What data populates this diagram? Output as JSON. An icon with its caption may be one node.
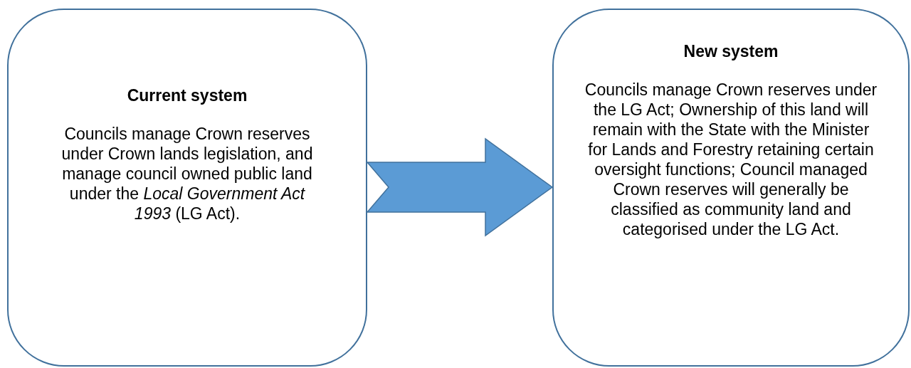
{
  "diagram": {
    "nodes": [
      {
        "text": [
          "Current system",
          "Councils manage Crown reserves under Crown lands legislation, and manage council owned public land under the *Local Government Act 1993* (LG Act)."
        ]
      },
      {
        "text": [
          "New system",
          "Councils manage Crown reserves under the LG Act; Ownership of this land will remain with the State with the Minister for Lands and Forestry retaining certain oversight functions; Council managed Crown reserves will generally be classified as community land and categorised under the LG Act."
        ]
      }
    ],
    "edges": [
      {
        "from": 0,
        "to": 1,
        "arrow": "to"
      }
    ]
  }
}
